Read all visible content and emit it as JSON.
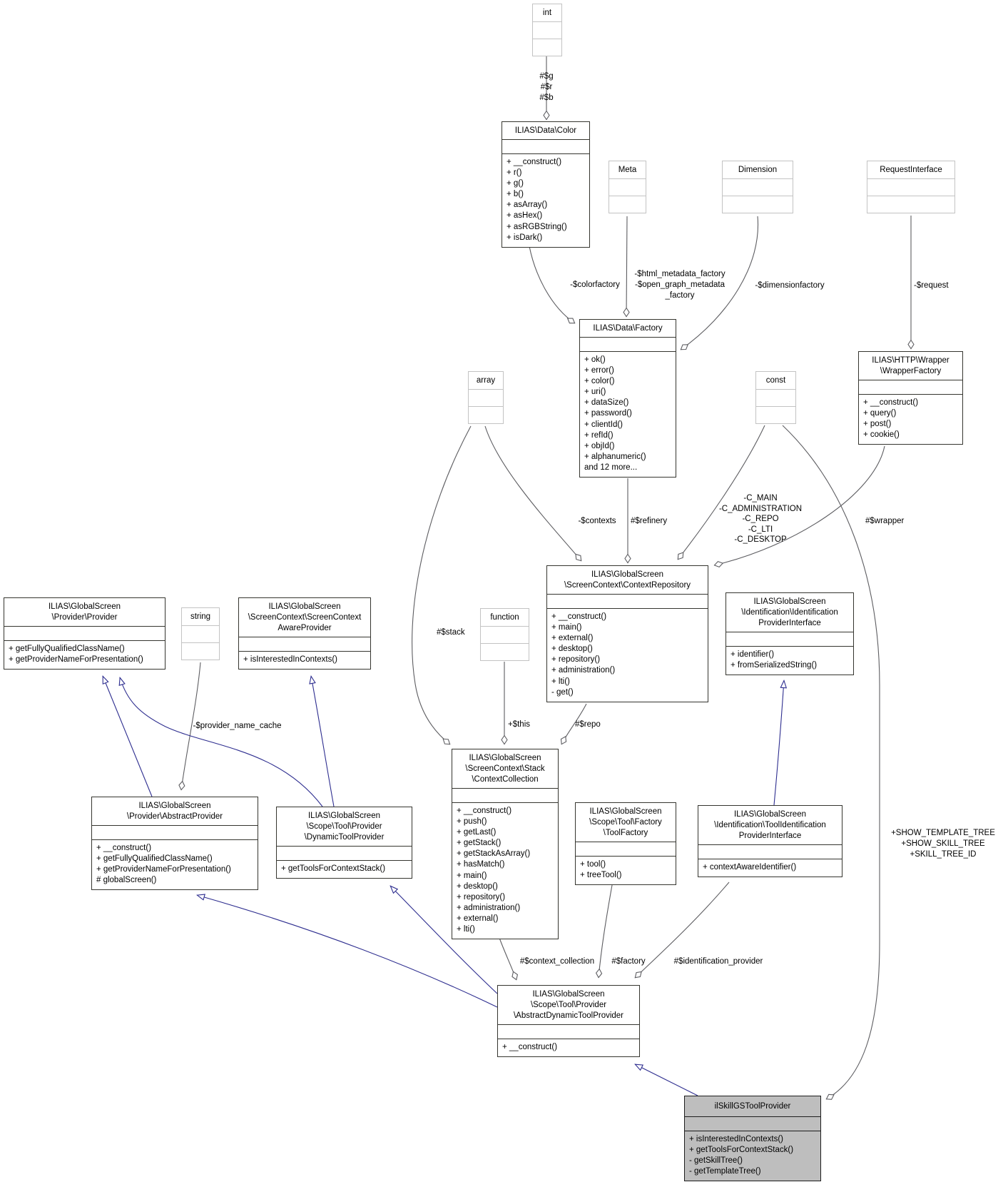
{
  "diagram": {
    "kind": "uml-collaboration-graph",
    "current_class": "ilSkillGSToolProvider",
    "colors": {
      "aggregation_edge": "#5d5d61",
      "inheritance_edge": "#2d2d8f",
      "class_border": "#35352f",
      "primitive_border": "#c3c3c3",
      "highlight_fill": "#bebebe",
      "background": "#ffffff"
    },
    "nodes": {
      "int": {
        "title_lines": [
          "int"
        ],
        "methods": []
      },
      "meta": {
        "title_lines": [
          "Meta"
        ],
        "methods": []
      },
      "dimension": {
        "title_lines": [
          "Dimension"
        ],
        "methods": []
      },
      "request": {
        "title_lines": [
          "RequestInterface"
        ],
        "methods": []
      },
      "array": {
        "title_lines": [
          "array"
        ],
        "methods": []
      },
      "const": {
        "title_lines": [
          "const"
        ],
        "methods": []
      },
      "function": {
        "title_lines": [
          "function"
        ],
        "methods": []
      },
      "string": {
        "title_lines": [
          "string"
        ],
        "methods": []
      },
      "color": {
        "title_lines": [
          "ILIAS\\Data\\Color"
        ],
        "methods": [
          "+ __construct()",
          "+ r()",
          "+ g()",
          "+ b()",
          "+ asArray()",
          "+ asHex()",
          "+ asRGBString()",
          "+ isDark()"
        ]
      },
      "factory": {
        "title_lines": [
          "ILIAS\\Data\\Factory"
        ],
        "methods": [
          "+ ok()",
          "+ error()",
          "+ color()",
          "+ uri()",
          "+ dataSize()",
          "+ password()",
          "+ clientId()",
          "+ refId()",
          "+ objId()",
          "+ alphanumeric()",
          "and 12 more..."
        ]
      },
      "wrapperFactory": {
        "title_lines": [
          "ILIAS\\HTTP\\Wrapper",
          "\\WrapperFactory"
        ],
        "methods": [
          "+ __construct()",
          "+ query()",
          "+ post()",
          "+ cookie()"
        ]
      },
      "contextRepository": {
        "title_lines": [
          "ILIAS\\GlobalScreen",
          "\\ScreenContext\\ContextRepository"
        ],
        "methods": [
          "+ __construct()",
          "+ main()",
          "+ external()",
          "+ desktop()",
          "+ repository()",
          "+ administration()",
          "+ lti()",
          "- get()"
        ]
      },
      "identificationProvider": {
        "title_lines": [
          "ILIAS\\GlobalScreen",
          "\\Identification\\Identification",
          "ProviderInterface"
        ],
        "methods": [
          "+ identifier()",
          "+ fromSerializedString()"
        ]
      },
      "provider": {
        "title_lines": [
          "ILIAS\\GlobalScreen",
          "\\Provider\\Provider"
        ],
        "methods": [
          "+ getFullyQualifiedClassName()",
          "+ getProviderNameForPresentation()"
        ]
      },
      "screenContextAware": {
        "title_lines": [
          "ILIAS\\GlobalScreen",
          "\\ScreenContext\\ScreenContext",
          "AwareProvider"
        ],
        "methods": [
          "+ isInterestedInContexts()"
        ]
      },
      "abstractProvider": {
        "title_lines": [
          "ILIAS\\GlobalScreen",
          "\\Provider\\AbstractProvider"
        ],
        "methods": [
          "+ __construct()",
          "+ getFullyQualifiedClassName()",
          "+ getProviderNameForPresentation()",
          "# globalScreen()"
        ]
      },
      "dynamicToolProvider": {
        "title_lines": [
          "ILIAS\\GlobalScreen",
          "\\Scope\\Tool\\Provider",
          "\\DynamicToolProvider"
        ],
        "methods": [
          "+ getToolsForContextStack()"
        ]
      },
      "contextCollection": {
        "title_lines": [
          "ILIAS\\GlobalScreen",
          "\\ScreenContext\\Stack",
          "\\ContextCollection"
        ],
        "methods": [
          "+ __construct()",
          "+ push()",
          "+ getLast()",
          "+ getStack()",
          "+ getStackAsArray()",
          "+ hasMatch()",
          "+ main()",
          "+ desktop()",
          "+ repository()",
          "+ administration()",
          "+ external()",
          "+ lti()"
        ]
      },
      "toolFactory": {
        "title_lines": [
          "ILIAS\\GlobalScreen",
          "\\Scope\\Tool\\Factory",
          "\\ToolFactory"
        ],
        "methods": [
          "+ tool()",
          "+ treeTool()"
        ]
      },
      "toolIdentification": {
        "title_lines": [
          "ILIAS\\GlobalScreen",
          "\\Identification\\ToolIdentification",
          "ProviderInterface"
        ],
        "methods": [
          "+ contextAwareIdentifier()"
        ]
      },
      "abstractDynamicToolProvider": {
        "title_lines": [
          "ILIAS\\GlobalScreen",
          "\\Scope\\Tool\\Provider",
          "\\AbstractDynamicToolProvider"
        ],
        "methods": [
          "+ __construct()"
        ]
      },
      "ilSkillGSToolProvider": {
        "title_lines": [
          "ilSkillGSToolProvider"
        ],
        "methods": [
          "+ isInterestedInContexts()",
          "+ getToolsForContextStack()",
          "- getSkillTree()",
          "- getTemplateTree()"
        ]
      }
    },
    "edge_labels": {
      "int_color": [
        "#$g",
        "#$r",
        "#$b"
      ],
      "color_factory": "-$colorfactory",
      "meta_factory": [
        "-$html_metadata_factory",
        "-$open_graph_metadata",
        "_factory"
      ],
      "dimension_factory": "-$dimensionfactory",
      "request_wrapper": "-$request",
      "array_repo": "-$contexts",
      "factory_repo": "#$refinery",
      "const_repo": [
        "-C_MAIN",
        "-C_ADMINISTRATION",
        "-C_REPO",
        "-C_LTI",
        "-C_DESKTOP"
      ],
      "wrapper_repo": "#$wrapper",
      "const_skill": [
        "+SHOW_TEMPLATE_TREE",
        "+SHOW_SKILL_TREE",
        "+SKILL_TREE_ID"
      ],
      "string_abstract": "-$provider_name_cache",
      "array_collection": "#$stack",
      "function_collection": "+$this",
      "repo_collection": "#$repo",
      "collection_adt": "#$context_collection",
      "factory_adt": "#$factory",
      "ident_adt": "#$identification_provider"
    }
  }
}
